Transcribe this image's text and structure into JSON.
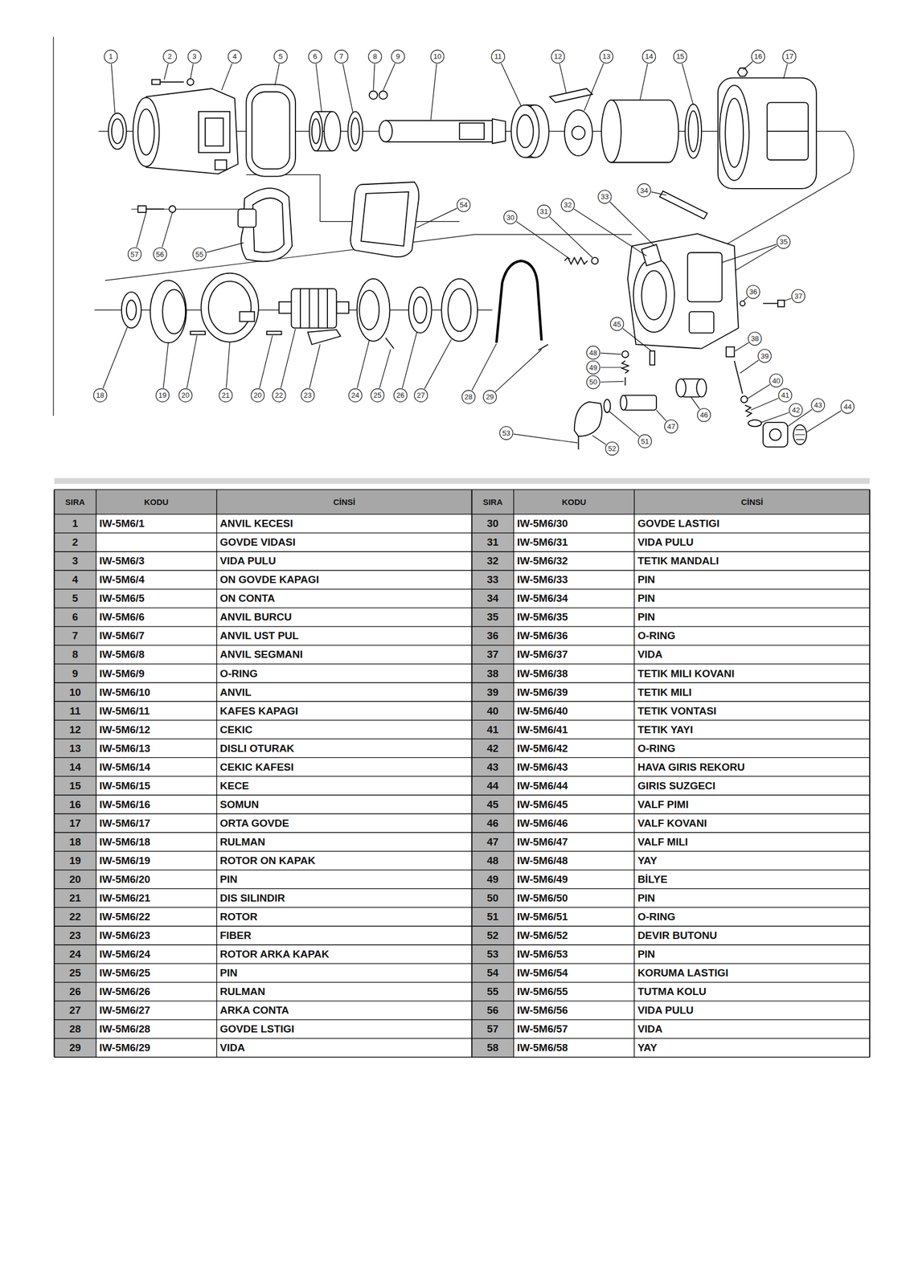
{
  "diagram": {
    "labels": [
      "1",
      "2",
      "3",
      "4",
      "5",
      "6",
      "7",
      "8",
      "9",
      "10",
      "11",
      "12",
      "13",
      "14",
      "15",
      "16",
      "17",
      "34",
      "33",
      "32",
      "31",
      "30",
      "54",
      "55",
      "56",
      "57",
      "35",
      "36",
      "37",
      "45",
      "38",
      "48",
      "39",
      "49",
      "50",
      "40",
      "41",
      "42",
      "43",
      "44",
      "18",
      "19",
      "20",
      "21",
      "20",
      "22",
      "23",
      "24",
      "25",
      "26",
      "27",
      "28",
      "29",
      "53",
      "47",
      "46",
      "51",
      "52",
      "SIRA",
      "KODU",
      "CİNSİ",
      "SIRA",
      "KODU",
      "CİNSİ",
      "1",
      "IW-5M6/1",
      "ANVIL KECESI",
      "30",
      "IW-5M6/30",
      "GOVDE LASTIGI",
      "2",
      "GOVDE VIDASI",
      "31",
      "IW-5M6/31",
      "VIDA PULU",
      "3",
      "IW-5M6/3",
      "VIDA PULU",
      "32",
      "IW-5M6/32",
      "TETIK MANDALI",
      "4",
      "IW-5M6/4",
      "ON GOVDE KAPAGI",
      "33",
      "IW-5M6/33",
      "PIN",
      "5",
      "IW-5M6/5",
      "ON CONTA",
      "34",
      "IW-5M6/34",
      "PIN",
      "6",
      "IW-5M6/6",
      "ANVIL BURCU",
      "35",
      "IW-5M6/35",
      "PIN",
      "7",
      "IW-5M6/7",
      "ANVIL UST PUL",
      "36",
      "IW-5M6/36",
      "O-RING",
      "8",
      "IW-5M6/8",
      "ANVIL SEGMANI",
      "37",
      "IW-5M6/37",
      "VIDA",
      "9",
      "IW-5M6/9",
      "O-RING",
      "38",
      "IW-5M6/38",
      "TETIK MILI KOVANI",
      "10",
      "IW-5M6/10",
      "ANVIL",
      "39",
      "IW-5M6/39",
      "TETIK MILI",
      "11",
      "IW-5M6/11",
      "KAFES KAPAGI",
      "40",
      "IW-5M6/40",
      "TETIK VONTASI",
      "12",
      "IW-5M6/12",
      "CEKIC",
      "41",
      "IW-5M6/41",
      "TETIK YAYI",
      "13",
      "IW-5M6/13",
      "DISLI OTURAK",
      "42",
      "IW-5M6/42",
      "O-RING",
      "14",
      "IW-5M6/14",
      "CEKIC KAFESI",
      "43",
      "IW-5M6/43",
      "HAVA GIRIS REKORU",
      "15",
      "IW-5M6/15",
      "KECE",
      "44",
      "IW-5M6/44",
      "GIRIS SUZGECI",
      "16",
      "IW-5M6/16",
      "SOMUN",
      "45",
      "IW-5M6/45",
      "VALF PIMI",
      "17",
      "IW-5M6/17",
      "ORTA GOVDE",
      "46",
      "IW-5M6/46",
      "VALF KOVANI",
      "18",
      "IW-5M6/18",
      "RULMAN",
      "47",
      "IW-5M6/47",
      "VALF MILI",
      "19",
      "IW-5M6/19",
      "ROTOR ON KAPAK",
      "48",
      "IW-5M6/48",
      "YAY",
      "20",
      "IW-5M6/20",
      "PIN",
      "49",
      "IW-5M6/49",
      "BİLYE",
      "21",
      "IW-5M6/21",
      "DIS SILINDIR",
      "50",
      "IW-5M6/50",
      "PIN",
      "22",
      "IW-5M6/22",
      "ROTOR",
      "51",
      "IW-5M6/51",
      "O-RING",
      "23",
      "IW-5M6/23",
      "FIBER",
      "52",
      "IW-5M6/52",
      "DEVIR BUTONU",
      "24",
      "IW-5M6/24",
      "ROTOR ARKA KAPAK",
      "53",
      "IW-5M6/53",
      "PIN",
      "25",
      "IW-5M6/25",
      "PIN",
      "54",
      "IW-5M6/54",
      "KORUMA LASTIGI",
      "26",
      "IW-5M6/26",
      "RULMAN",
      "55",
      "IW-5M6/55",
      "TUTMA KOLU",
      "27",
      "IW-5M6/27",
      "ARKA CONTA",
      "56",
      "IW-5M6/56",
      "VIDA PULU",
      "28",
      "IW-5M6/28",
      "GOVDE LSTIGI",
      "57",
      "IW-5M6/57",
      "VIDA",
      "29",
      "IW-5M6/29",
      "VIDA",
      "58",
      "IW-5M6/58",
      "YAY"
    ]
  }
}
